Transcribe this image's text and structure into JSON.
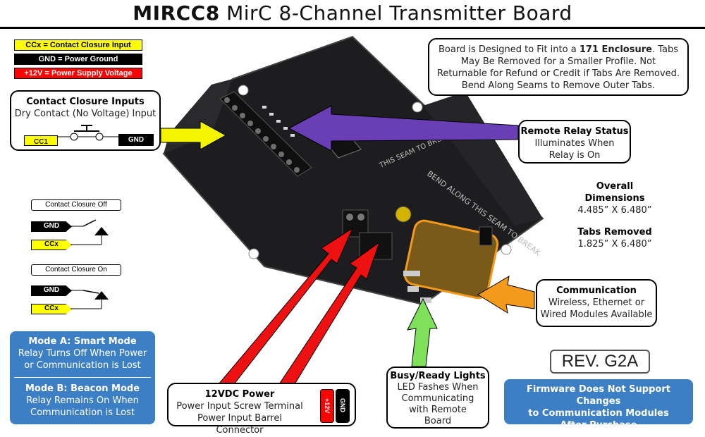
{
  "title": {
    "bold": "MIRCC8",
    "rest": " MirC 8-Channel Transmitter Board"
  },
  "legend": [
    {
      "text": "CCx = Contact Closure Input",
      "bg": "#ffff00",
      "fg": "#000000"
    },
    {
      "text": "GND = Power Ground",
      "bg": "#000000",
      "fg": "#ffffff"
    },
    {
      "text": "+12V = Power Supply Voltage",
      "bg": "#ff0000",
      "fg": "#ffffff"
    }
  ],
  "contact_inputs": {
    "heading": "Contact Closure Inputs",
    "subtitle": "Dry Contact (No Voltage) Input",
    "cc1": "CC1",
    "gnd": "GND"
  },
  "enclosure_note": {
    "pre": "Board is Designed to Fit into a ",
    "bold": "171 Enclosure",
    "post": ". Tabs May Be Removed for a Smaller Profile.  Not Returnable for Refund or Credit if Tabs Are Removed. Bend Along Seams to Remove Outer Tabs."
  },
  "relay_status": {
    "heading": "Remote Relay Status",
    "line1": "Illuminates When",
    "line2": "Relay is On"
  },
  "dimensions": {
    "overall_heading_1": "Overall",
    "overall_heading_2": "Dimensions",
    "overall_value": "4.485” X 6.480”",
    "tabs_heading": "Tabs Removed",
    "tabs_value": "1.825” X 6.480”"
  },
  "schematic_off": {
    "title": "Contact Closure Off",
    "gnd": "GND",
    "ccx": "CCx"
  },
  "schematic_on": {
    "title": "Contact Closure On",
    "gnd": "GND",
    "ccx": "CCx"
  },
  "communication": {
    "heading": "Communication",
    "line1": "Wireless, Ethernet or",
    "line2": "Wired Modules Available"
  },
  "modes": {
    "a_heading": "Mode A: Smart Mode",
    "a_line1": "Relay Turns Off When Power",
    "a_line2": "or Communication is Lost",
    "b_heading": "Mode B: Beacon Mode",
    "b_line1": "Relay Remains On When",
    "b_line2": "Communication is Lost"
  },
  "power": {
    "heading": "12VDC Power",
    "line1": "Power Input Screw Terminal",
    "line2": "Power Input Barrel Connector",
    "plus": "+12V",
    "gnd": "GND"
  },
  "busy_ready": {
    "heading": "Busy/Ready Lights",
    "line1": "LED Fashes When",
    "line2": "Communicating",
    "line3": "with Remote",
    "line4": "Board"
  },
  "revision": "REV. G2A",
  "firmware": {
    "line1": "Firmware Does Not Support Changes",
    "line2": "to Communication Modules",
    "line3": "After Purchase"
  },
  "board_text": {
    "seam": "THIS SEAM TO BREAK",
    "bend": "BEND ALONG THIS SEAM TO BREAK"
  },
  "colors": {
    "yellow": "#f4f400",
    "purple": "#6a3fb5",
    "orange": "#f39a1c",
    "green": "#7fe05a",
    "red": "#ee1111",
    "blue": "#3d7fc4",
    "board": "#1d1d1f"
  }
}
